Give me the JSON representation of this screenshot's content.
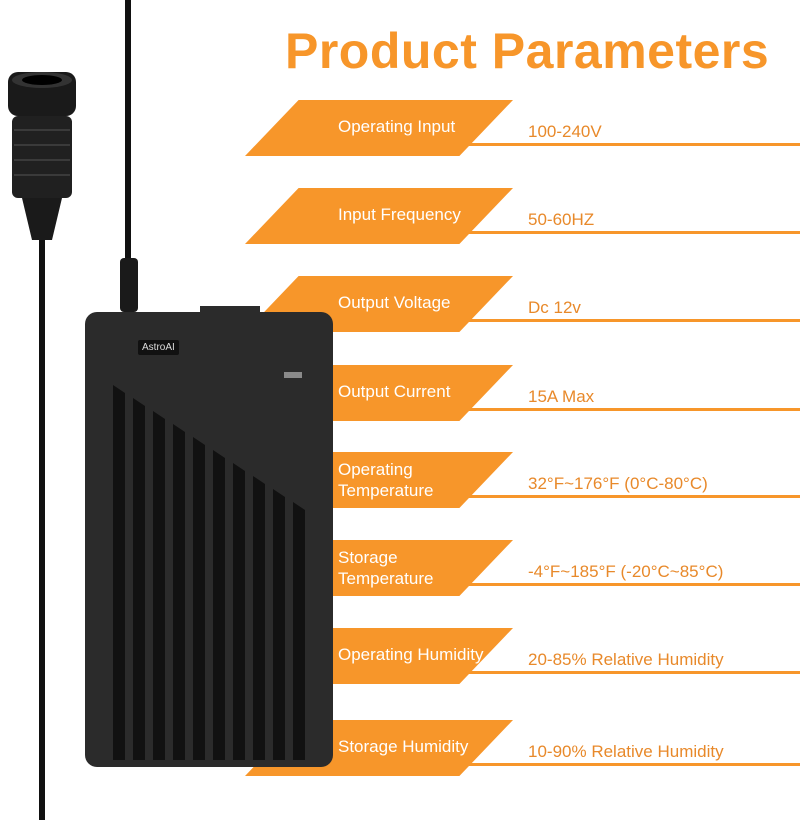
{
  "title": "Product Parameters",
  "brand": "AstroAI",
  "accent_color": "#f7962a",
  "parameters": [
    {
      "label": "Operating Input",
      "value": "100-240V"
    },
    {
      "label": "Input Frequency",
      "value": "50-60HZ"
    },
    {
      "label": "Output Voltage",
      "value": "Dc 12v"
    },
    {
      "label": "Output Current",
      "value": "15A Max"
    },
    {
      "label": "Operating Temperature",
      "value": "32°F~176°F (0°C-80°C)"
    },
    {
      "label": "Storage Temperature",
      "value": "-4°F~185°F (-20°C~85°C)"
    },
    {
      "label": "Operating Humidity",
      "value": "20-85% Relative Humidity"
    },
    {
      "label": "Storage Humidity",
      "value": "10-90% Relative Humidity"
    }
  ]
}
